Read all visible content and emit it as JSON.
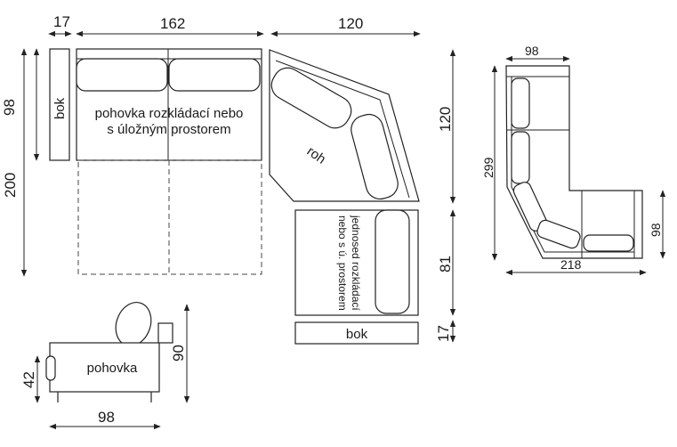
{
  "dimensions": {
    "bok_width": "17",
    "sofa_width": "162",
    "corner_width": "120",
    "sofa_depth": "98",
    "sofa_extended": "200",
    "corner_depth": "120",
    "armchair_depth": "81",
    "bok_right": "17",
    "plan_top": "98",
    "plan_height": "299",
    "plan_right": "98",
    "plan_width": "218",
    "side_seat": "42",
    "side_height": "90",
    "side_depth": "98"
  },
  "labels": {
    "bok_left": "bok",
    "sofa_line1": "pohovka rozkládací nebo",
    "sofa_line2": "s úložným prostorem",
    "corner": "roh",
    "armchair_line1": "jednosed rozkládací",
    "armchair_line2": "nebo s ú. prostorem",
    "bok_bottom": "bok",
    "side_view": "pohovka"
  }
}
